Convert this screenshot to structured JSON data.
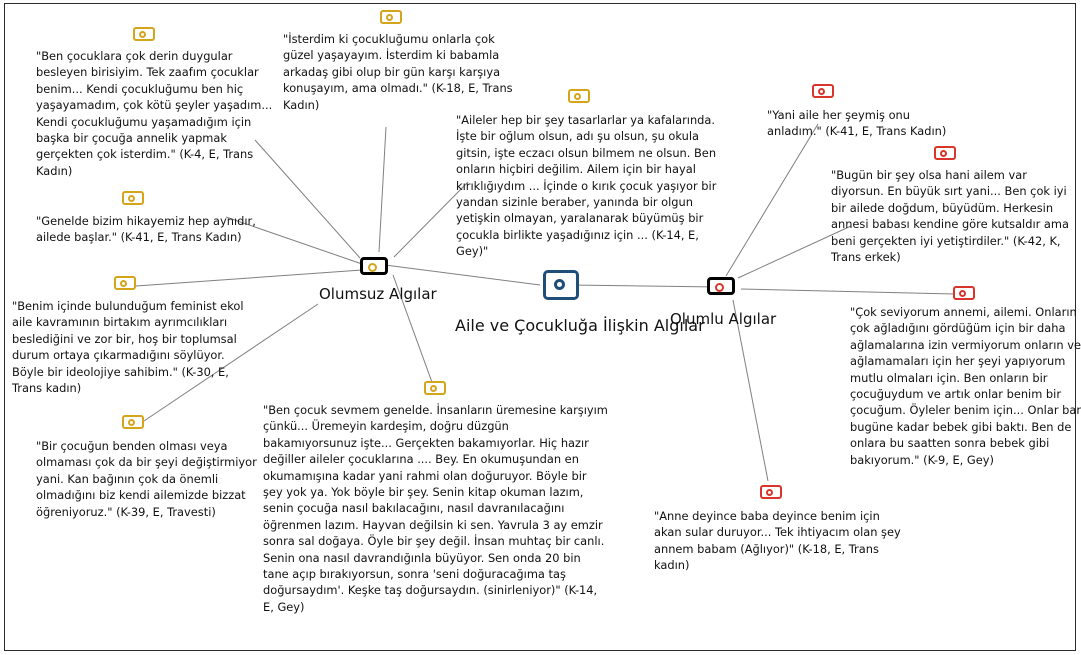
{
  "center": {
    "label": "Aile ve Çocukluğa İlişkin Algılar"
  },
  "negative": {
    "label": "Olumsuz Algılar",
    "quotes": [
      {
        "lines": [
          "\"Ben çocuklara çok derin duygular",
          "besleyen birisiyim. Tek zaafım çocuklar",
          "benim... Kendi çocukluğumu ben hiç",
          "yaşayamadım, çok kötü şeyler yaşadım...",
          "Kendi çocukluğumu yaşamadığım için",
          "başka bir çocuğa annelik yapmak",
          "gerçekten çok isterdim.\" (K-4, E, Trans",
          "Kadın)"
        ]
      },
      {
        "lines": [
          "\"İsterdim ki çocukluğumu onlarla çok",
          "güzel yaşayayım. İsterdim ki babamla",
          "arkadaş gibi olup bir gün karşı karşıya",
          "konuşayım, ama olmadı.\" (K-18, E, Trans",
          "Kadın)"
        ]
      },
      {
        "lines": [
          "\"Aileler hep bir şey tasarlarlar ya kafalarında.",
          "İşte bir oğlum olsun, adı şu olsun, şu okula",
          "gitsin, işte eczacı olsun bilmem ne olsun. Ben",
          "onların hiçbiri değilim. Ailem için bir hayal",
          "kırıklığıydım ... İçinde o kırık çocuk yaşıyor bir",
          "yandan sizinle beraber, yanında bir olgun",
          "yetişkin olmayan, yaralanarak büyümüş bir",
          "çocukla birlikte yaşadığınız için ... (K-14, E,",
          "Gey)\""
        ]
      },
      {
        "lines": [
          "\"Genelde bizim hikayemiz hep aynıdır,",
          "ailede başlar.\" (K-41, E, Trans Kadın)"
        ]
      },
      {
        "lines": [
          "\"Benim içinde bulunduğum feminist ekol",
          "aile kavramının birtakım ayrımcılıkları",
          "beslediğini ve zor bir, hoş bir toplumsal",
          "durum ortaya çıkarmadığını söylüyor.",
          "Böyle bir ideolojiye sahibim.\" (K-30, E,",
          "Trans kadın)"
        ]
      },
      {
        "lines": [
          "\"Bir çocuğun benden olması veya",
          "olmaması çok da bir şeyi değiştirmiyor",
          "yani. Kan bağının çok da önemli",
          "olmadığını biz kendi ailemizde bizzat",
          "öğreniyoruz.\" (K-39, E, Travesti)"
        ]
      },
      {
        "lines": [
          "\"Ben çocuk sevmem genelde. İnsanların üremesine karşıyım",
          "çünkü... Üremeyin kardeşim, doğru düzgün",
          "bakamıyorsunuz işte... Gerçekten bakamıyorlar. Hiç hazır",
          "değiller aileler çocuklarına .... Bey. En okumuşundan en",
          "okumamışına kadar yani rahmi olan doğuruyor. Böyle bir",
          "şey yok ya. Yok böyle bir şey. Senin kitap okuman lazım,",
          "senin çocuğa nasıl bakılacağını, nasıl davranılacağını",
          "öğrenmen lazım. Hayvan değilsin ki sen. Yavrula 3 ay emzir",
          "sonra sal doğaya. Öyle bir şey değil. İnsan muhtaç bir canlı.",
          "Senin ona nasıl davrandığınla büyüyor. Sen onda 20 bin",
          "tane açıp bırakıyorsun, sonra 'seni doğuracağıma taş",
          "doğursaydım'. Keşke taş doğursaydın. (sinirleniyor)\" (K-14,",
          "E, Gey)"
        ]
      }
    ]
  },
  "positive": {
    "label": "Olumlu Algılar",
    "quotes": [
      {
        "lines": [
          "\"Yani aile her şeymiş onu",
          "anladım.\" (K-41, E, Trans Kadın)"
        ]
      },
      {
        "lines": [
          "\"Bugün bir şey olsa hani ailem var",
          "diyorsun. En büyük sırt yani... Ben çok iyi",
          "bir ailede doğdum, büyüdüm. Herkesin",
          "annesi babası kendine göre kutsaldır ama",
          "beni gerçekten iyi yetiştirdiler.\" (K-42, K,",
          "Trans erkek)"
        ]
      },
      {
        "lines": [
          "\"Çok seviyorum annemi, ailemi. Onların",
          "çok ağladığını gördüğüm için bir daha",
          "ağlamalarına izin vermiyorum onların ve",
          "ağlamamaları için her şeyi yapıyorum",
          "mutlu olmaları için. Ben onların bir",
          "çocuğuydum ve artık onlar benim bir",
          "çocuğum. Öyleler benim için... Onlar bana",
          "bugüne kadar bebek gibi baktı. Ben de",
          "onlara bu saatten sonra bebek gibi",
          "bakıyorum.\" (K-9, E, Gey)"
        ]
      },
      {
        "lines": [
          "\"Anne deyince baba deyince benim için",
          "akan sular duruyor... Tek ihtiyacım olan şey",
          "annem babam (Ağlıyor)\" (K-18, E, Trans",
          "kadın)"
        ]
      }
    ]
  },
  "colors": {
    "center": "#1f4e79",
    "negative": "#d4a51a",
    "positive": "#d9352a",
    "link": "#808080"
  },
  "icons": {
    "center": "code-node-icon",
    "negative": "code-node-icon",
    "positive": "code-node-icon",
    "quote": "quotation-icon"
  }
}
